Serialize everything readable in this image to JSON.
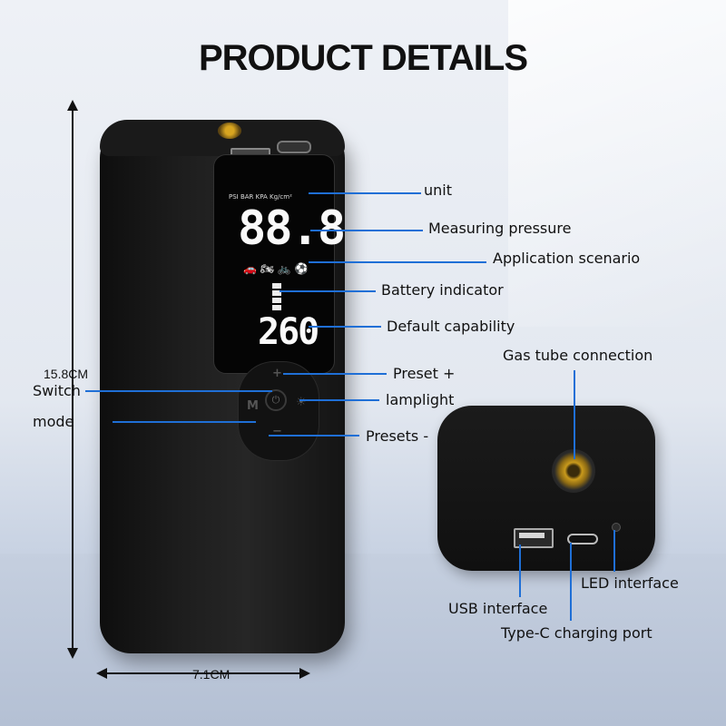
{
  "title": "PRODUCT DETAILS",
  "dimensions": {
    "height": "15.8CM",
    "width": "7.1CM"
  },
  "display": {
    "units_text": "PSI BAR KPA Kg/cm²",
    "pressure_digits": "88.8",
    "preset_digits": "260",
    "scenario_icons": "🚗 🏍 🚲 ⚽"
  },
  "buttons": {
    "mode_glyph": "M",
    "plus_glyph": "+",
    "minus_glyph": "−",
    "light_glyph": "☀"
  },
  "callouts": {
    "unit": "unit",
    "measuring_pressure": "Measuring pressure",
    "application_scenario": "Application scenario",
    "battery_indicator": "Battery indicator",
    "default_capability": "Default capability",
    "preset_plus": "Preset +",
    "switch": "Switch",
    "lamplight": "lamplight",
    "mode": "mode",
    "presets_minus": "Presets -",
    "gas_tube_connection": "Gas tube connection",
    "usb_interface": "USB interface",
    "led_interface": "LED interface",
    "typec_charging_port": "Type-C charging port"
  },
  "colors": {
    "callout_line": "#1f6fd6",
    "device_body": "#1a1a1a",
    "valve_brass": "#c99a1c"
  }
}
